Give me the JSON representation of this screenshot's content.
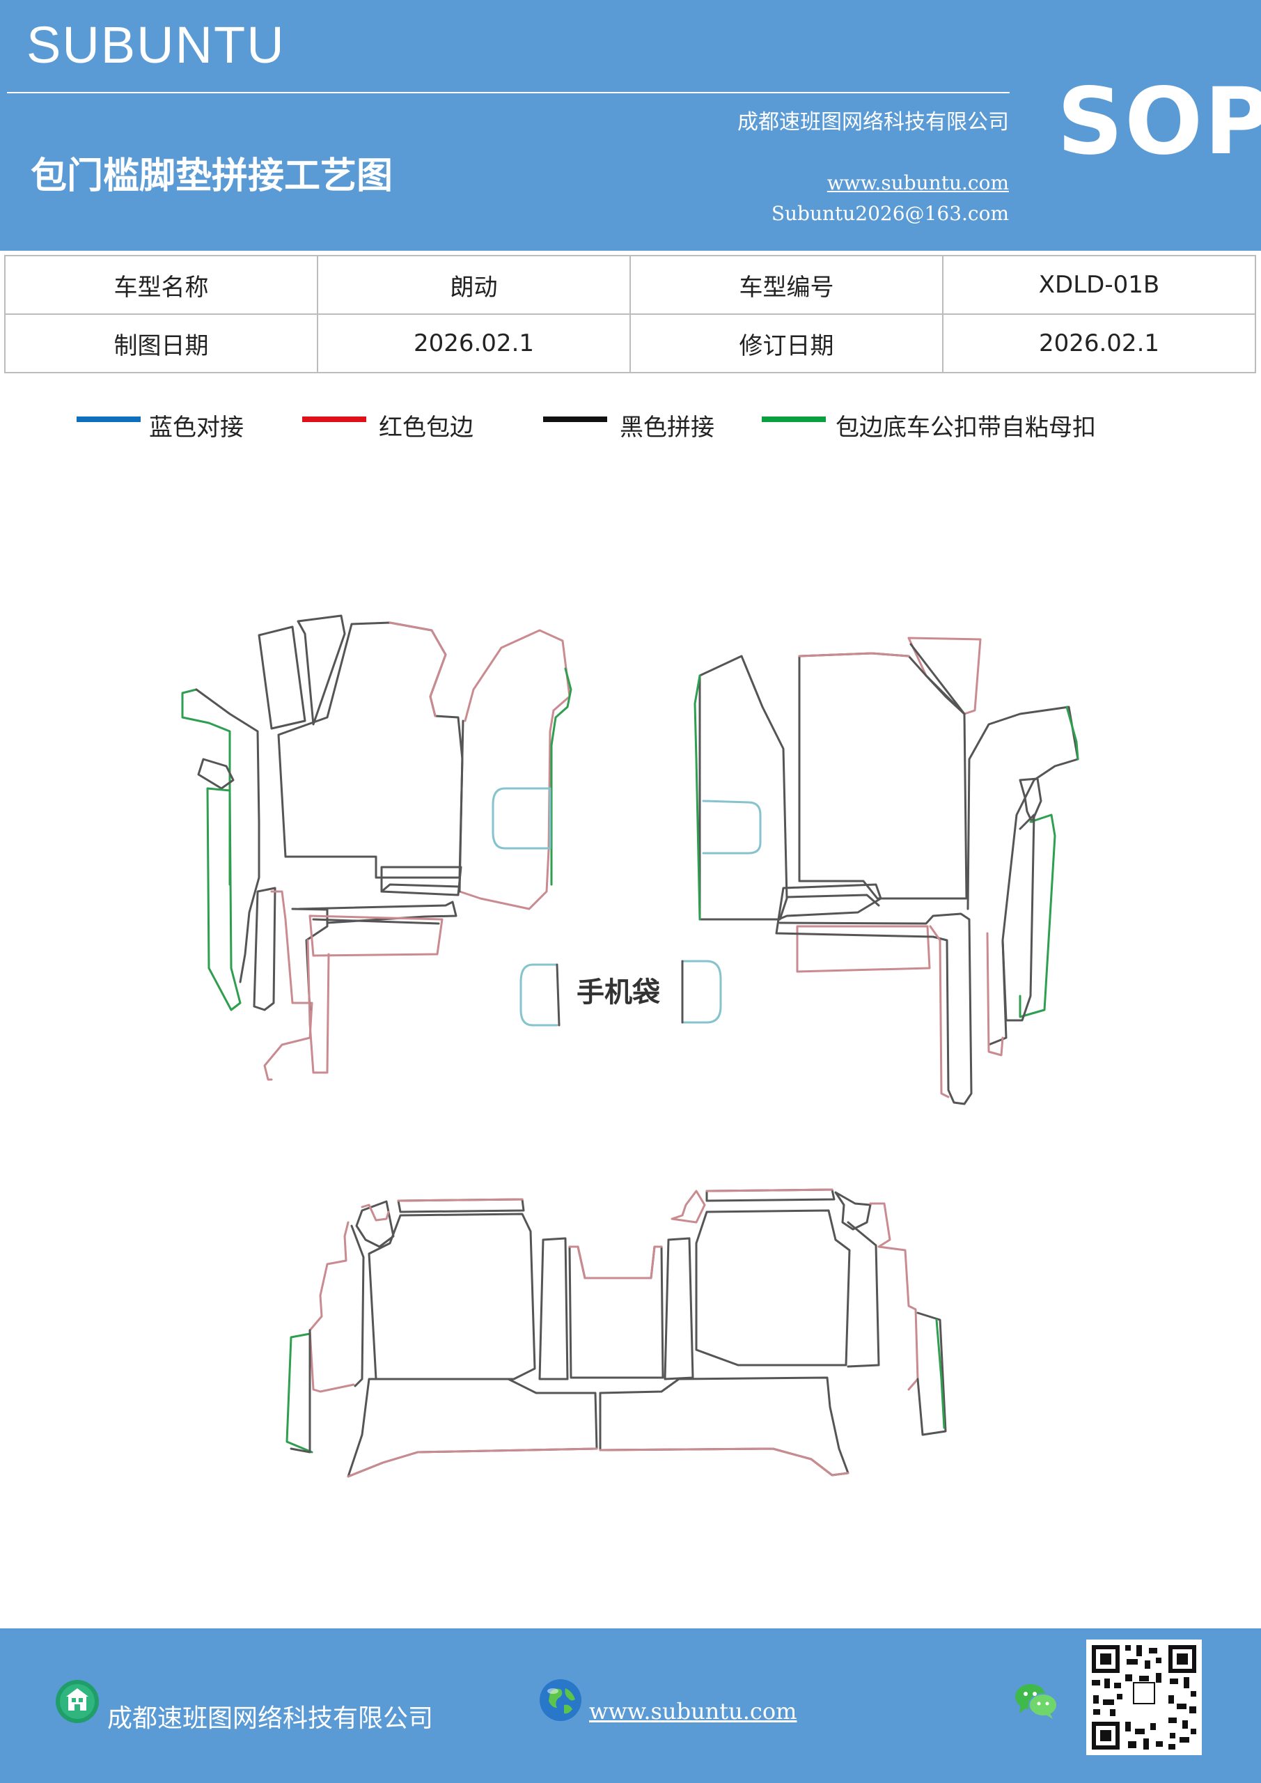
{
  "header": {
    "brand": "SUBUNTU",
    "title": "包门槛脚垫拼接工艺图",
    "company": "成都速班图网络科技有限公司",
    "website": "www.subuntu.com",
    "email": "Subuntu2026@163.com",
    "badge": "SOP"
  },
  "info_table": {
    "rows": [
      [
        "车型名称",
        "朗动",
        "车型编号",
        "XDLD-01B"
      ],
      [
        "制图日期",
        "2026.02.1",
        "修订日期",
        "2026.02.1"
      ]
    ]
  },
  "legend": [
    {
      "label": "蓝色对接",
      "color": "#0f6fbf"
    },
    {
      "label": "红色包边",
      "color": "#e0101a"
    },
    {
      "label": "黑色拼接",
      "color": "#111111"
    },
    {
      "label": "包边底车公扣带自粘母扣",
      "color": "#0aa040"
    }
  ],
  "diagram": {
    "center_label": "手机袋",
    "colors": {
      "outline": "#555555",
      "trim": "#c98a90",
      "butt": "#86c3cc",
      "hook": "#2e9e4f"
    }
  },
  "footer": {
    "company": "成都速班图网络科技有限公司",
    "website": "www.subuntu.com",
    "icons": [
      "building-icon",
      "globe-icon",
      "wechat-icon",
      "qr-code"
    ]
  }
}
